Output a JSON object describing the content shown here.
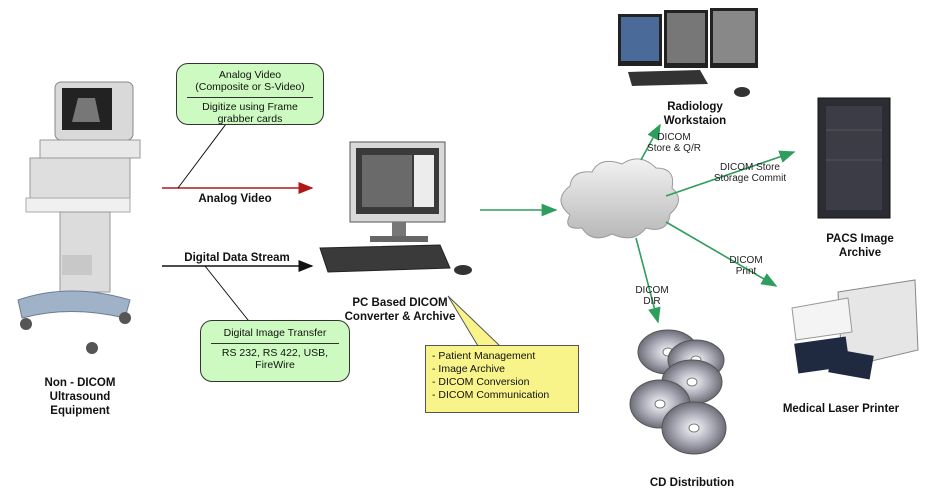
{
  "ultrasound": {
    "label_line1": "Non - DICOM",
    "label_line2": "Ultrasound",
    "label_line3": "Equipment"
  },
  "analog_box": {
    "line1": "Analog Video",
    "line2": "(Composite or S-Video)",
    "line3": "Digitize using Frame",
    "line4": "grabber cards"
  },
  "analog_arrow_label": "Analog Video",
  "digital_arrow_label": "Digital Data Stream",
  "digital_box": {
    "line1": "Digital Image Transfer",
    "line2": "RS 232, RS 422, USB,",
    "line3": "FireWire"
  },
  "pc": {
    "label_line1": "PC Based DICOM",
    "label_line2": "Converter & Archive"
  },
  "features": [
    "- Patient Management",
    "- Image Archive",
    "- DICOM Conversion",
    "- DICOM Communication"
  ],
  "radiology": {
    "label_line1": "Radiology",
    "label_line2": "Workstaion",
    "edge_line1": "DICOM",
    "edge_line2": "Store & Q/R"
  },
  "pacs": {
    "label_line1": "PACS Image",
    "label_line2": "Archive",
    "edge_line1": "DICOM Store",
    "edge_line2": "Storage Commit"
  },
  "printer": {
    "label": "Medical Laser Printer",
    "edge_line1": "DICOM",
    "edge_line2": "Print"
  },
  "cd": {
    "label": "CD Distribution",
    "edge_line1": "DICOM",
    "edge_line2": "DIR"
  },
  "colors": {
    "analog_arrow": "#b01818",
    "green_arrow": "#2e9e5c",
    "green_box": "#cdfac0",
    "yellow_box": "#f8f48a"
  }
}
